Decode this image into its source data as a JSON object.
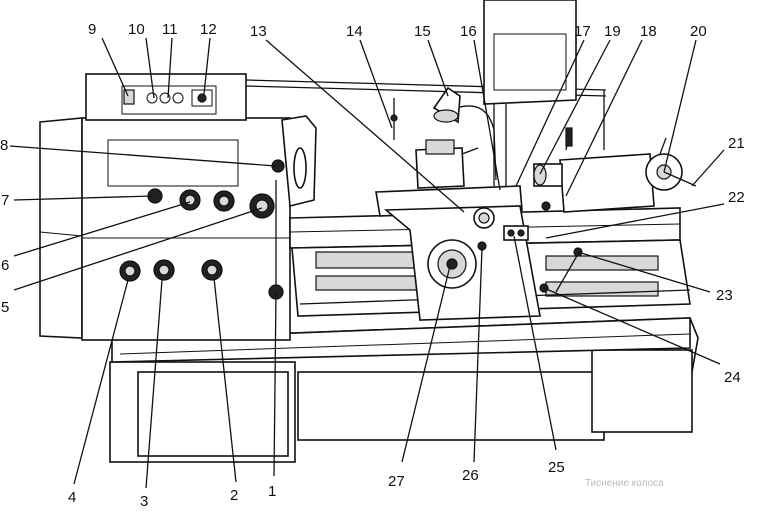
{
  "diagram": {
    "callouts": [
      {
        "id": "1",
        "label": "1"
      },
      {
        "id": "2",
        "label": "2"
      },
      {
        "id": "3",
        "label": "3"
      },
      {
        "id": "4",
        "label": "4"
      },
      {
        "id": "5",
        "label": "5"
      },
      {
        "id": "6",
        "label": "6"
      },
      {
        "id": "7",
        "label": "7"
      },
      {
        "id": "8",
        "label": "8"
      },
      {
        "id": "9",
        "label": "9"
      },
      {
        "id": "10",
        "label": "10"
      },
      {
        "id": "11",
        "label": "11"
      },
      {
        "id": "12",
        "label": "12"
      },
      {
        "id": "13",
        "label": "13"
      },
      {
        "id": "14",
        "label": "14"
      },
      {
        "id": "15",
        "label": "15"
      },
      {
        "id": "16",
        "label": "16"
      },
      {
        "id": "17",
        "label": "17"
      },
      {
        "id": "18",
        "label": "18"
      },
      {
        "id": "19",
        "label": "19"
      },
      {
        "id": "20",
        "label": "20"
      },
      {
        "id": "21",
        "label": "21"
      },
      {
        "id": "22",
        "label": "22"
      },
      {
        "id": "23",
        "label": "23"
      },
      {
        "id": "24",
        "label": "24"
      },
      {
        "id": "25",
        "label": "25"
      },
      {
        "id": "26",
        "label": "26"
      },
      {
        "id": "27",
        "label": "27"
      }
    ],
    "background_text": [
      "Тиснение колоса"
    ]
  }
}
